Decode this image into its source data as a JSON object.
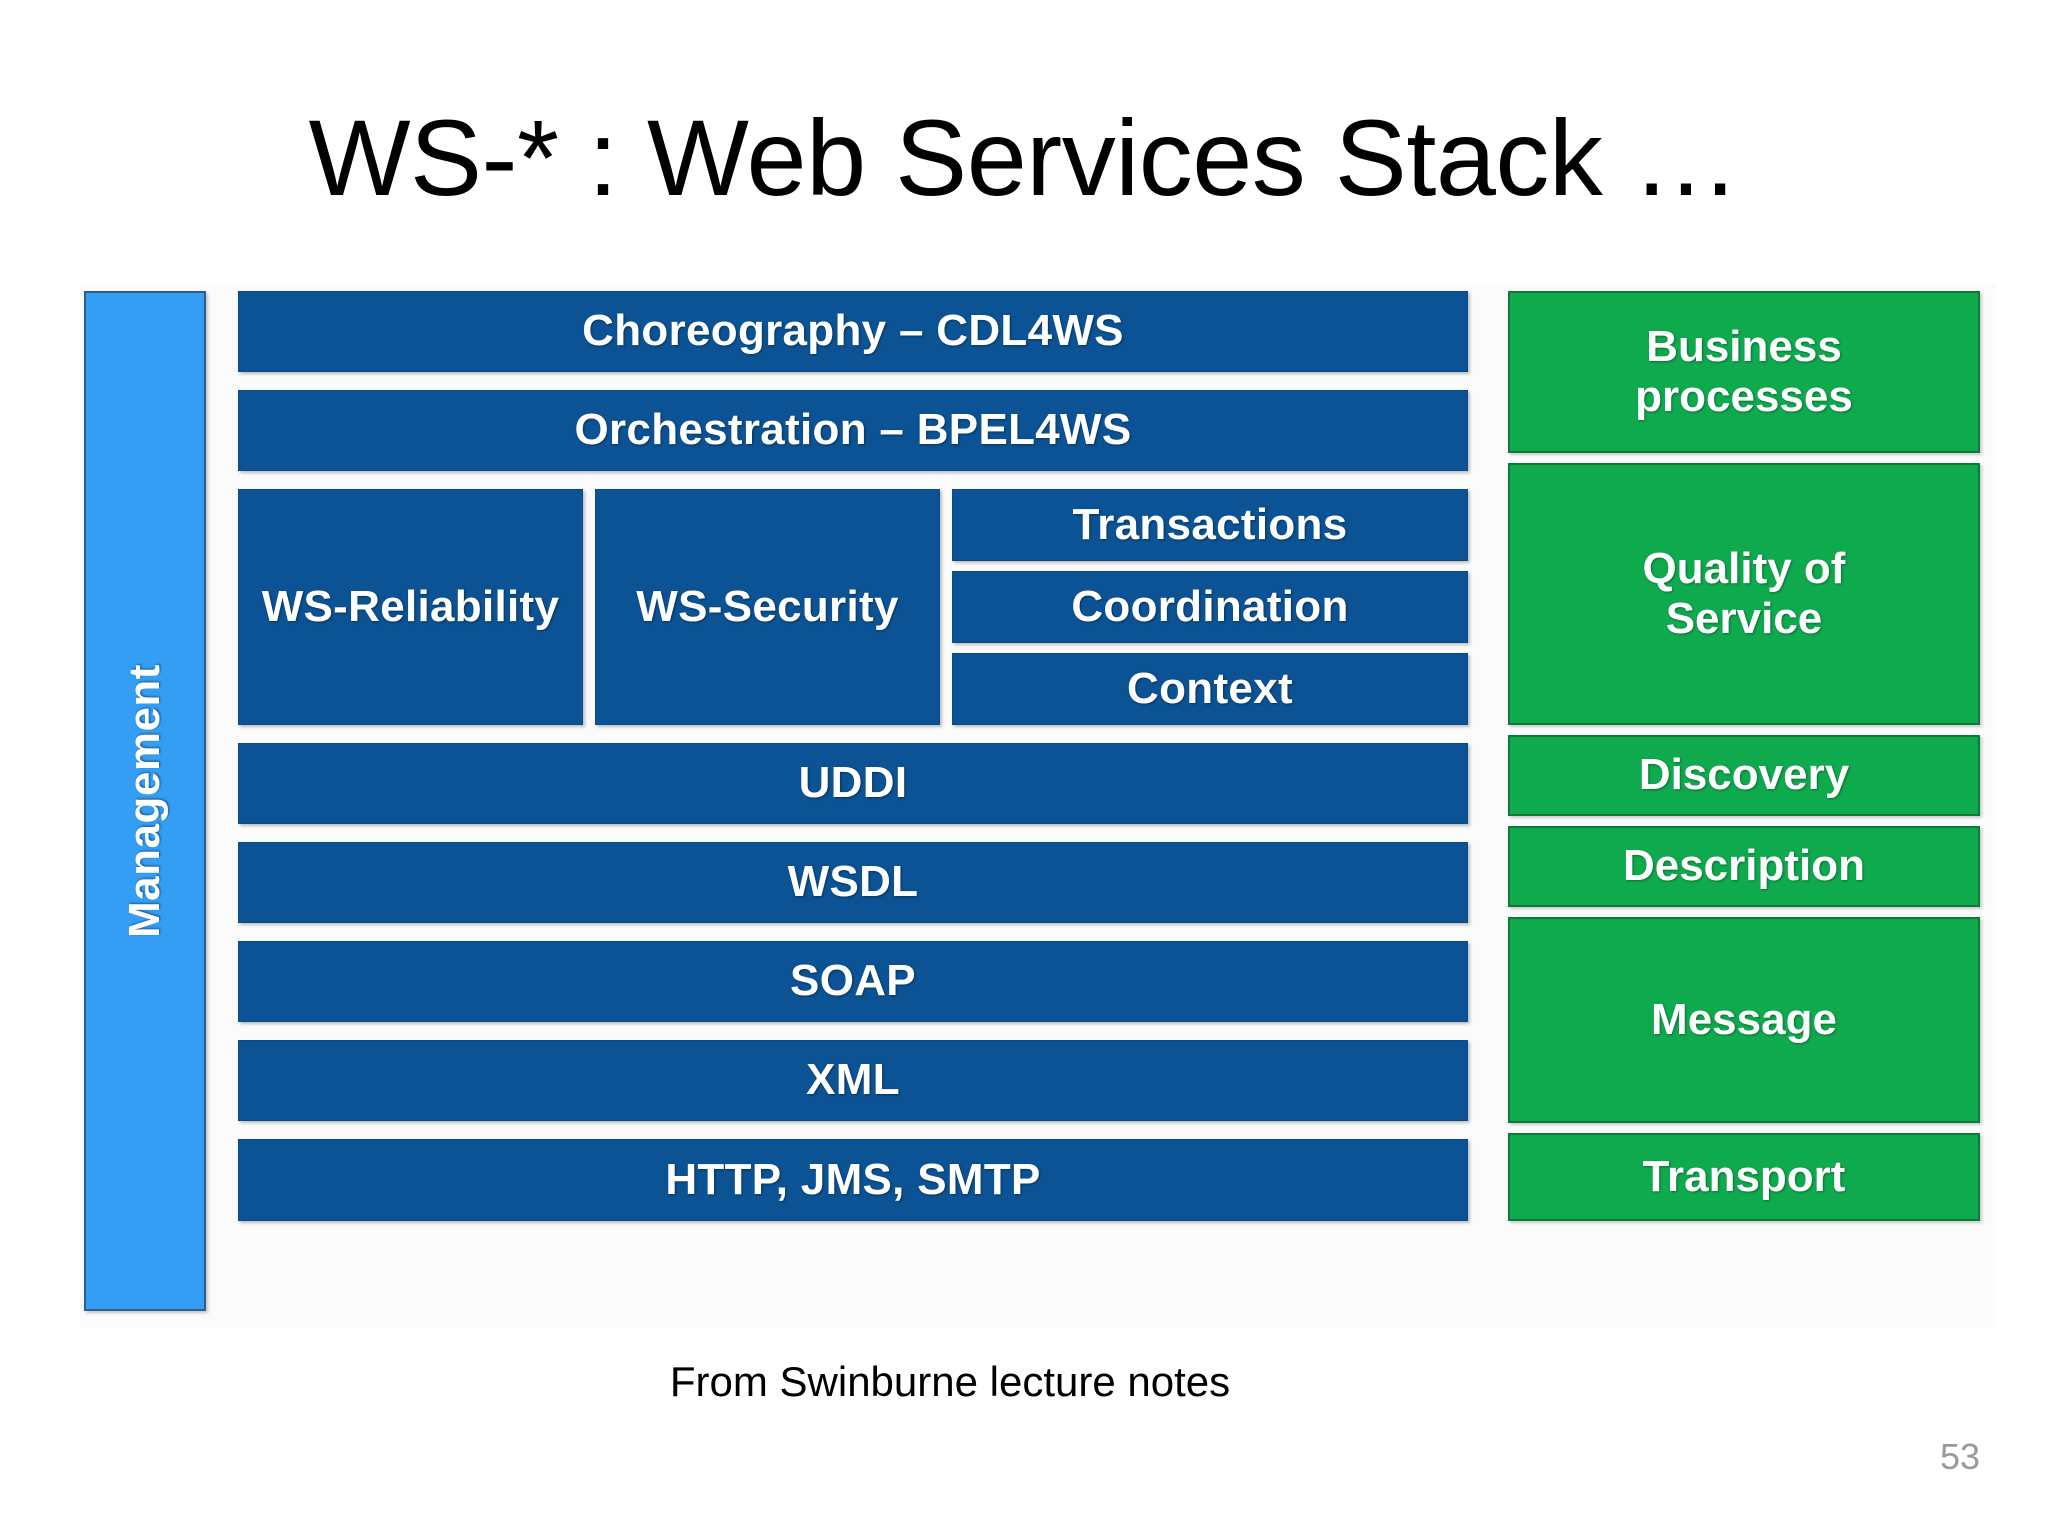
{
  "slide": {
    "title": "WS-* : Web Services Stack …",
    "caption": "From Swinburne lecture notes",
    "page_number": "53"
  },
  "colors": {
    "blue_box": "#0b5394",
    "light_blue_bar": "#339ef4",
    "green_box": "#0fa94e",
    "text_on_box": "#ffffff",
    "page_background": "#ffffff",
    "page_number": "#9a9a9a"
  },
  "diagram": {
    "management": {
      "label": "Management"
    },
    "stack": {
      "rows": [
        {
          "id": "choreography",
          "label": "Choreography – CDL4WS"
        },
        {
          "id": "orchestration",
          "label": "Orchestration – BPEL4WS"
        },
        {
          "id": "uddi",
          "label": "UDDI"
        },
        {
          "id": "wsdl",
          "label": "WSDL"
        },
        {
          "id": "soap",
          "label": "SOAP"
        },
        {
          "id": "xml",
          "label": "XML"
        },
        {
          "id": "transport",
          "label": "HTTP, JMS, SMTP"
        }
      ],
      "middle_block": {
        "left": [
          {
            "id": "ws-reliability",
            "label": "WS-Reliability"
          },
          {
            "id": "ws-security",
            "label": "WS-Security"
          }
        ],
        "right": [
          {
            "id": "transactions",
            "label": "Transactions"
          },
          {
            "id": "coordination",
            "label": "Coordination"
          },
          {
            "id": "context",
            "label": "Context"
          }
        ]
      }
    },
    "categories": [
      {
        "id": "business-processes",
        "label": "Business\nprocesses",
        "line1": "Business",
        "line2": "processes"
      },
      {
        "id": "quality-of-service",
        "label": "Quality of\nService",
        "line1": "Quality of",
        "line2": "Service"
      },
      {
        "id": "discovery",
        "label": "Discovery"
      },
      {
        "id": "description",
        "label": "Description"
      },
      {
        "id": "message",
        "label": "Message"
      },
      {
        "id": "transport",
        "label": "Transport"
      }
    ]
  }
}
